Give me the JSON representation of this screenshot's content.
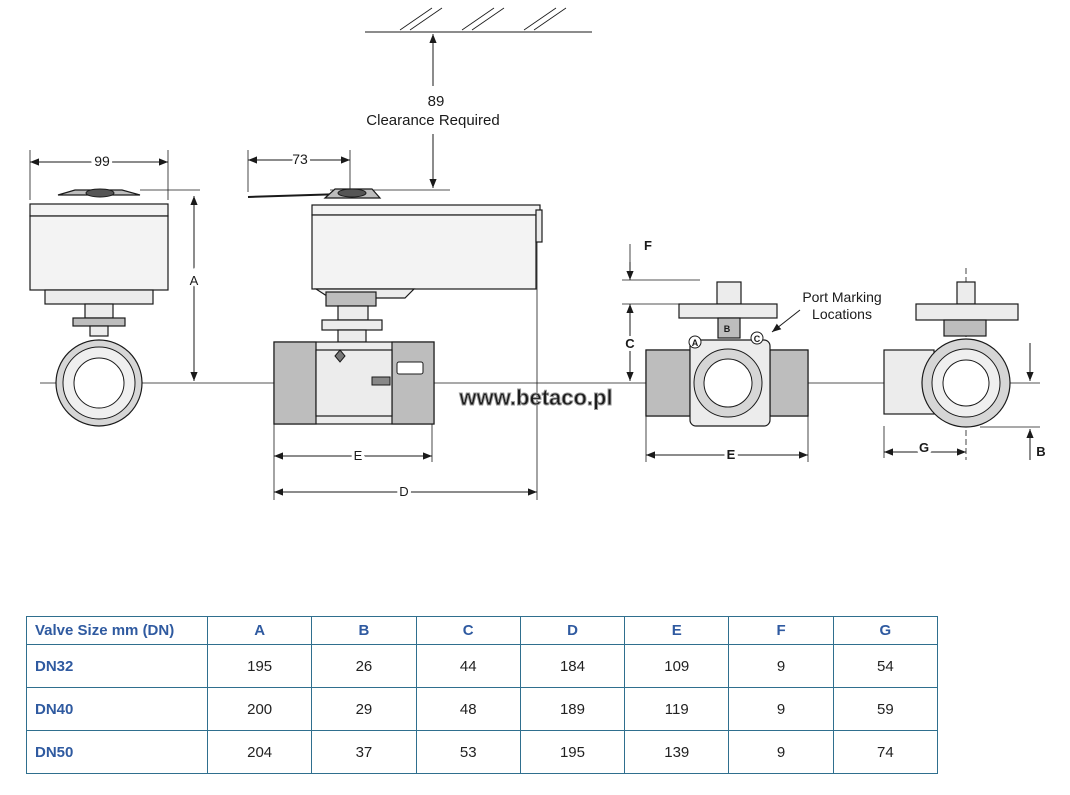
{
  "drawing": {
    "clearance_value": "89",
    "clearance_label": "Clearance Required",
    "width_actuator": "99",
    "offset_top": "73",
    "label_a": "A",
    "label_b": "B",
    "label_c": "C",
    "label_d": "D",
    "label_e": "E",
    "label_e2": "E",
    "label_f": "F",
    "label_g": "G",
    "port_marking": [
      "Port Marking",
      "Locations"
    ],
    "port_a": "A",
    "port_b": "B",
    "port_c": "C",
    "watermark": "www.betaco.pl"
  },
  "table": {
    "headers": [
      "Valve Size mm (DN)",
      "A",
      "B",
      "C",
      "D",
      "E",
      "F",
      "G"
    ],
    "rows": [
      [
        "DN32",
        "195",
        "26",
        "44",
        "184",
        "109",
        "9",
        "54"
      ],
      [
        "DN40",
        "200",
        "29",
        "48",
        "189",
        "119",
        "9",
        "59"
      ],
      [
        "DN50",
        "204",
        "37",
        "53",
        "195",
        "139",
        "9",
        "74"
      ]
    ]
  },
  "colors": {
    "table_border": "#2f6f8e",
    "header_text": "#2f5aa0"
  }
}
